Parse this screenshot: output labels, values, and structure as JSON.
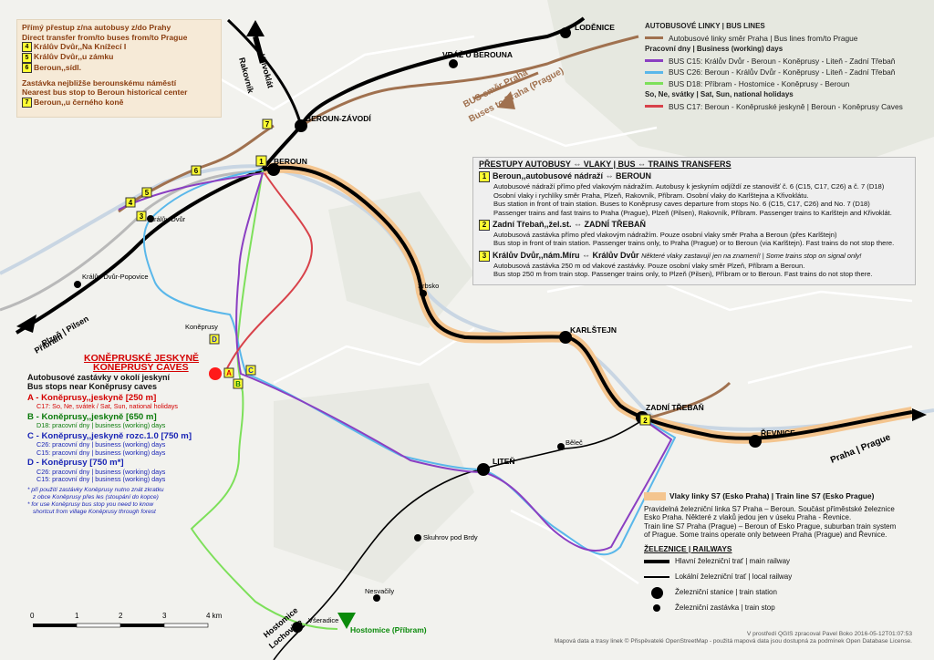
{
  "topleft": {
    "line1": "Přímý přestup z/na autobusy z/do Prahy",
    "line2": "Direct transfer from/to buses from/to Prague",
    "items": [
      {
        "num": "4",
        "text": "Králův Dvůr,,Na Knížecí I"
      },
      {
        "num": "5",
        "text": "Králův Dvůr,,u zámku"
      },
      {
        "num": "6",
        "text": "Beroun,,sídl."
      }
    ],
    "line3": "Zastávka nejbližše berounskému náměstí",
    "line4": "Nearest bus stop to Beroun historical center",
    "item7": {
      "num": "7",
      "text": "Beroun,,u černého koně"
    }
  },
  "legend": {
    "bus_header": "AUTOBUSOVÉ LINKY | BUS LINES",
    "prague_bus": "Autobusové linky směr Praha | Bus lines from/to Prague",
    "working_header": "Pracovní dny | Business (working) days",
    "lines": [
      {
        "text": "BUS C15: Králův Dvůr - Beroun - Koněprusy - Liteň - Zadní Třebaň",
        "color": "#8b3fc2"
      },
      {
        "text": "BUS C26: Beroun - Králův Dvůr - Koněprusy - Liteň - Zadní Třebaň",
        "color": "#59b7ea"
      },
      {
        "text": "BUS D18: Příbram - Hostomice - Koněprusy - Beroun",
        "color": "#7de05a"
      }
    ],
    "holiday_header": "So, Ne, svátky | Sat, Sun, national holidays",
    "holiday_line": {
      "text": "BUS C17: Beroun - Koněpruské jeskyně | Beroun -  Koněprusy Caves",
      "color": "#d8424a"
    },
    "brown": "#a0714f"
  },
  "transfers": {
    "title": "PŘESTUPY AUTOBUSY ⇔ VLAKY | BUS ⇔ TRAINS TRANSFERS",
    "s1": {
      "num": "1",
      "head": "Beroun,,autobusové nádraží  ⇔  BEROUN",
      "t1": "Autobusové nádraží přímo před vlakovým nádražím. Autobusy k jeskyním odjíždí ze stanovišť č. 6 (C15, C17, C26) a č. 7 (D18)",
      "t2": "Osobní vlaky i rychlíky směr Praha, Plzeň, Rakovník, Příbram. Osobní vlaky do Karlštejna a Křivoklátu.",
      "t3": "Bus station in front of train station. Buses to Koněprusy caves departure from stops No. 6 (C15, C17, C26) and No. 7 (D18)",
      "t4": "Passenger trains and fast trains to Praha (Prague), Plzeň (Pilsen), Rakovník, Příbram. Passenger trains to Karlštejn and Křivoklát."
    },
    "s2": {
      "num": "2",
      "head": "Zadní Třebaň,,žel.st.  ⇔  ZADNÍ TŘEBAŇ",
      "t1": "Autobusová zastávka přímo před vlakovým nádražím. Pouze osobní vlaky směr Praha a Beroun (přes Karlštejn)",
      "t2": "Bus stop in front of train station. Passenger trains only, to Praha (Prague) or to Beroun (via Karlštejn). Fast trains do not stop there."
    },
    "s3": {
      "num": "3",
      "head": "Králův Dvůr,,nám.Míru  ⇔  Králův Dvůr",
      "note": "Některé vlaky zastavují jen na znamení! | Some trains stop on signal only!",
      "t1": "Autobusová zastávka 250 m od vlakové zastávky. Pouze osobní vlaky směr Plzeň, Příbram a Beroun.",
      "t2": "Bus stop 250 m from train stop. Passenger trains only, to Plzeň (Pilsen), Příbram or to Beroun. Fast trains do not stop there."
    }
  },
  "caves": {
    "title1": "KONĚPRUSKÉ JESKYNĚ",
    "title2": "KONĚPRUSY CAVES",
    "sub1": "Autobusové zastávky v okolí jeskyní",
    "sub2": "Bus stops near Koněprusy caves",
    "a": "A - Koněprusy,,jeskyně [250 m]",
    "a1": "C17: So, Ne, svátek / Sat, Sun, national holidays",
    "b": "B - Koněprusy,,jeskyně [650 m]",
    "b1": "D18: pracovní dny | business (working) days",
    "c": "C - Koněprusy,,jeskyně rozc.1.0 [750 m]",
    "c1": "C26: pracovní dny | business (working) days",
    "c2": "C15: pracovní dny | business (working) days",
    "d": "D - Koněprusy [750 m*]",
    "d1": "C26: pracovní dny | business (working) days",
    "d2": "C15: pracovní dny | business (working) days",
    "n1": "* při použití zastávky Koněprusy nutno znát zkratku",
    "n2": "z obce Koněprusy přes les (stoupání do kopce)",
    "n3": "* for use Koněprusy bus stop you need to know",
    "n4": "shortcut from village Koněprusy through forest"
  },
  "bottomright": {
    "s7": "Vlaky linky S7 (Esko Praha) | Train line S7 (Esko Prague)",
    "p1": "Pravidelná železniční linka S7 Praha – Beroun. Součást příměstské železnice",
    "p2": "Esko Praha. Některé z vlaků jedou jen v úseku Praha - Řevnice.",
    "p3": "Train line S7 Praha (Prague) – Beroun of Esko Prague, suburban train system",
    "p4": "of Prague. Some trains operate only between Praha (Prague) and Řevnice.",
    "rail_header": "ŽELEZNICE | RAILWAYS",
    "main": "Hlavní železniční trať | main railway",
    "local": "Lokální železniční trať | local railway",
    "station": "Železniční stanice | train station",
    "stop": "Železniční zastávka | train stop"
  },
  "credit": {
    "l1": "V prostředí QGIS zpracoval Pavel Boko 2016-05-12T01:07:53",
    "l2": "Mapová data a trasy linek © Přispěvatelé OpenStreetMap - použitá mapová data jsou dostupná za podmínek Open Database License."
  },
  "places": {
    "lodenice": "LODĚNICE",
    "vraz": "VRÁŽ U BEROUNA",
    "beroun_zavodi": "BEROUN-ZÁVODÍ",
    "beroun": "BEROUN",
    "kral_dvur": "Králův Dvůr",
    "kral_popovice": "Králův Dvůr-Popovice",
    "koneprusy": "Koněprusy",
    "srbsko": "Srbsko",
    "karlstejn": "KARLŠTEJN",
    "zadni_treban": "ZADNÍ TŘEBAŇ",
    "revnice": "ŘEVNICE",
    "belec": "Běleč",
    "liten": "LITEŇ",
    "skuhrov": "Skuhrov pod Brdy",
    "nesvacily": "Nesvačily",
    "vseradice": "Všeradice",
    "hostomice_pribram": "Hostomice (Příbram)",
    "hostomice_lochovice": "Hostomice",
    "lochovice": "Lochovice",
    "krivoklat": "Křivoklát",
    "rakovnik": "Rakovník",
    "bus_praha": "BUS směr Praha",
    "bus_prague": "Buses to Praha (Prague)",
    "plzen": "Plzeň | Pilsen",
    "pribram": "Příbram",
    "praha": "Praha | Prague"
  },
  "scale": {
    "t0": "0",
    "t1": "1",
    "t2": "2",
    "t3": "3",
    "t4": "4 km"
  },
  "markers": {
    "m1": "1",
    "m2": "2",
    "m3": "3",
    "m4": "4",
    "m5": "5",
    "m6": "6",
    "m7": "7",
    "A": "A",
    "B": "B",
    "C": "C",
    "D": "D"
  }
}
